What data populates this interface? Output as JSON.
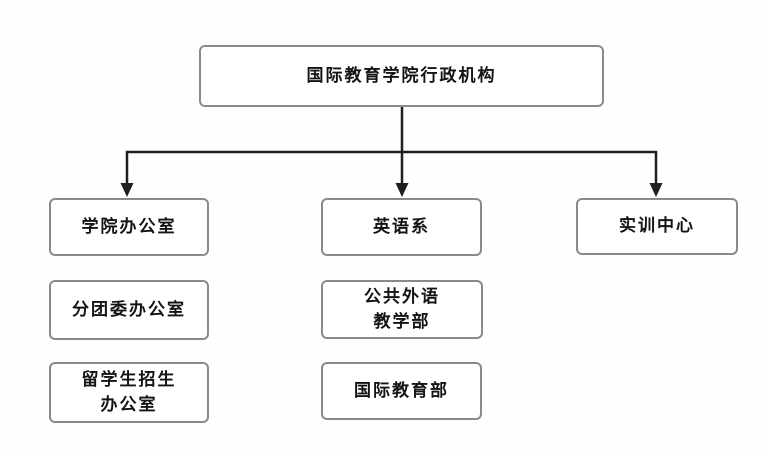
{
  "colors": {
    "box_border": "#8a8a8a",
    "connector_line": "#1f1f1f",
    "text": "#141414",
    "background": "#ffffff"
  },
  "nodes": {
    "root": "国际教育学院行政机构",
    "column1": [
      "学院办公室",
      "分团委办公室",
      "留学生招生\n办公室"
    ],
    "column2": [
      "英语系",
      "公共外语\n教学部",
      "国际教育部"
    ],
    "column3": [
      "实训中心"
    ]
  }
}
